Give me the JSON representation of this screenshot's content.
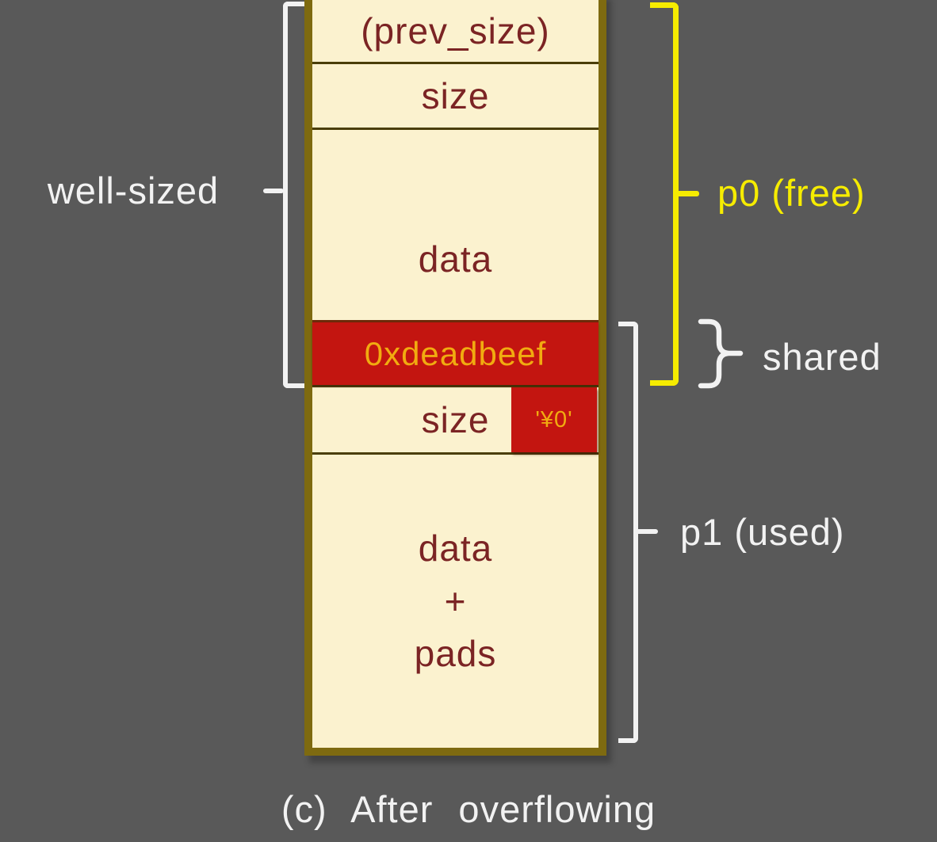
{
  "diagram": {
    "type": "heap-memory-layout",
    "caption": "(c) After overflowing",
    "chunk": {
      "cells": [
        {
          "name": "prev-size-field",
          "label": "(prev_size)",
          "state": "normal"
        },
        {
          "name": "size-field-p0",
          "label": "size",
          "state": "normal"
        },
        {
          "name": "data-field-p0",
          "label": "data",
          "state": "normal"
        },
        {
          "name": "overflow-field",
          "label": "0xdeadbeef",
          "state": "overflowed"
        },
        {
          "name": "size-field-p1",
          "label": "size",
          "overflow_byte": "'¥0'",
          "state": "partially-overwritten"
        },
        {
          "name": "data-field-p1",
          "lines": [
            "data",
            "+",
            "pads"
          ],
          "state": "normal"
        }
      ]
    },
    "annotations": {
      "well_sized": "well-sized",
      "p0": "p0 (free)",
      "shared": "shared",
      "p1": "p1 (used)"
    },
    "colors": {
      "background": "#595959",
      "chunk_fill": "#fbf2cf",
      "chunk_border": "#7e6a10",
      "cell_text": "#7b2424",
      "overflow_fill": "#c31510",
      "overflow_text": "#f1ab10",
      "p0_accent": "#f6ec00",
      "annotation_text": "#f2f2f2"
    }
  }
}
